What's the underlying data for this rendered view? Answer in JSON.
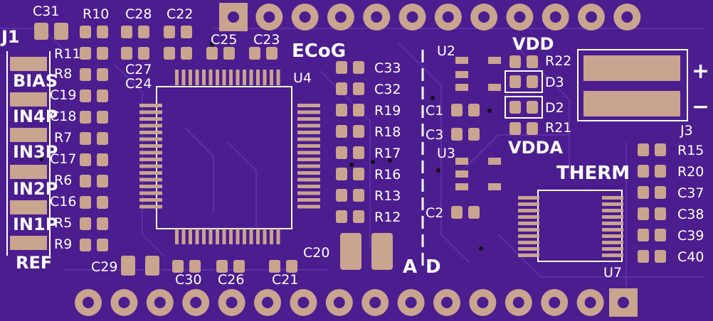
{
  "colors": {
    "board": "#4b1d8f",
    "pad": "#c9a48f",
    "silk": "#ffffff",
    "trace": "#5c2fa3"
  },
  "connector_j1": {
    "ref": "J1",
    "pins": [
      "BIAS",
      "IN4P",
      "IN3P",
      "IN2P",
      "IN1P",
      "REF"
    ]
  },
  "section_labels": {
    "ecog": "ECoG",
    "ad_a": "A",
    "ad_d": "D",
    "therm": "THERM",
    "vdd": "VDD",
    "vdda": "VDDA",
    "plus": "+",
    "minus": "−"
  },
  "chips": {
    "u2": "U2",
    "u3": "U3",
    "u4": "U4",
    "u7": "U7",
    "j3": "J3"
  },
  "left_column_refs": [
    "R11",
    "R8",
    "C19",
    "C18",
    "R7",
    "C17",
    "R6",
    "C16",
    "R5",
    "R9"
  ],
  "top_refs": [
    "C31",
    "R10",
    "C28",
    "C22",
    "C25",
    "C23",
    "C27",
    "C24"
  ],
  "bottom_refs": [
    "C29",
    "C30",
    "C26",
    "C21",
    "C20"
  ],
  "middle_column_refs": [
    "C33",
    "C32",
    "R19",
    "R18",
    "R17",
    "R16",
    "R13",
    "R12"
  ],
  "power_refs": [
    "R22",
    "D3",
    "D2",
    "R21",
    "C1",
    "C3",
    "C2"
  ],
  "right_column_refs": [
    "R15",
    "R20",
    "C37",
    "C38",
    "C39",
    "C40"
  ]
}
